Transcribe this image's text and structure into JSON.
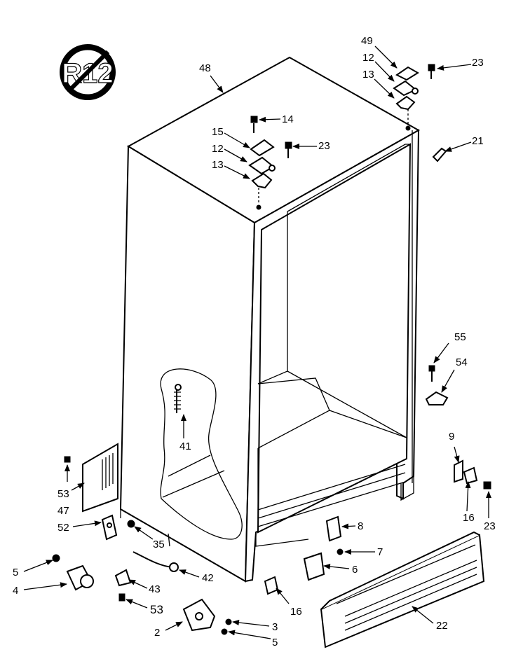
{
  "badge": {
    "text": "R12"
  },
  "callouts": {
    "c48": "48",
    "c49": "49",
    "c12a": "12",
    "c13a": "13",
    "c23a": "23",
    "c14": "14",
    "c15": "15",
    "c12b": "12",
    "c13b": "13",
    "c23b": "23",
    "c21": "21",
    "c55": "55",
    "c54": "54",
    "c41": "41",
    "c9": "9",
    "c16a": "16",
    "c23c": "23",
    "c53a": "53",
    "c47": "47",
    "c52": "52",
    "c35": "35",
    "c8": "8",
    "c7": "7",
    "c6": "6",
    "c5a": "5",
    "c4": "4",
    "c43": "43",
    "c42": "42",
    "c53b": "53",
    "c16b": "16",
    "c2": "2",
    "c3": "3",
    "c5b": "5",
    "c22": "22"
  }
}
